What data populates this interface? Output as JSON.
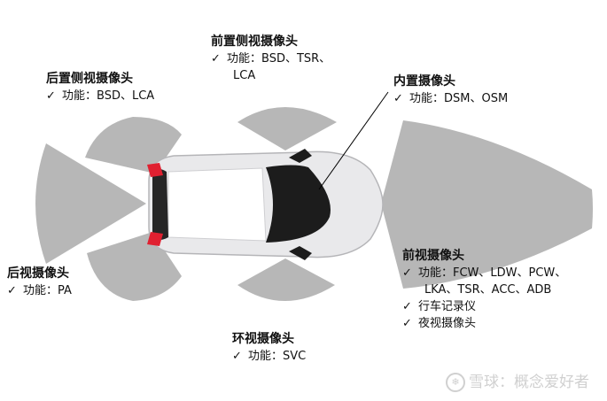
{
  "labels": {
    "front_side": {
      "title": "前置侧视摄像头",
      "lines": [
        "功能：BSD、TSR、",
        "LCA"
      ]
    },
    "rear_side": {
      "title": "后置侧视摄像头",
      "lines": [
        "功能：BSD、LCA"
      ]
    },
    "interior": {
      "title": "内置摄像头",
      "lines": [
        "功能：DSM、OSM"
      ]
    },
    "rear_view": {
      "title": "后视摄像头",
      "lines": [
        "功能：PA"
      ]
    },
    "front_view": {
      "title": "前视摄像头",
      "lines": [
        "功能：FCW、LDW、PCW、",
        "LKA、TSR、ACC、ADB",
        "行车记录仪",
        "夜视摄像头"
      ]
    },
    "surround": {
      "title": "环视摄像头",
      "lines": [
        "功能：SVC"
      ]
    }
  },
  "check_symbol": "✓",
  "watermark": "雪球：概念爱好者",
  "colors": {
    "fov_zone": "#8a8a8a",
    "car_body": "#e8e8ea",
    "windshield": "#1c1c1c",
    "tail_light": "#e02030"
  }
}
